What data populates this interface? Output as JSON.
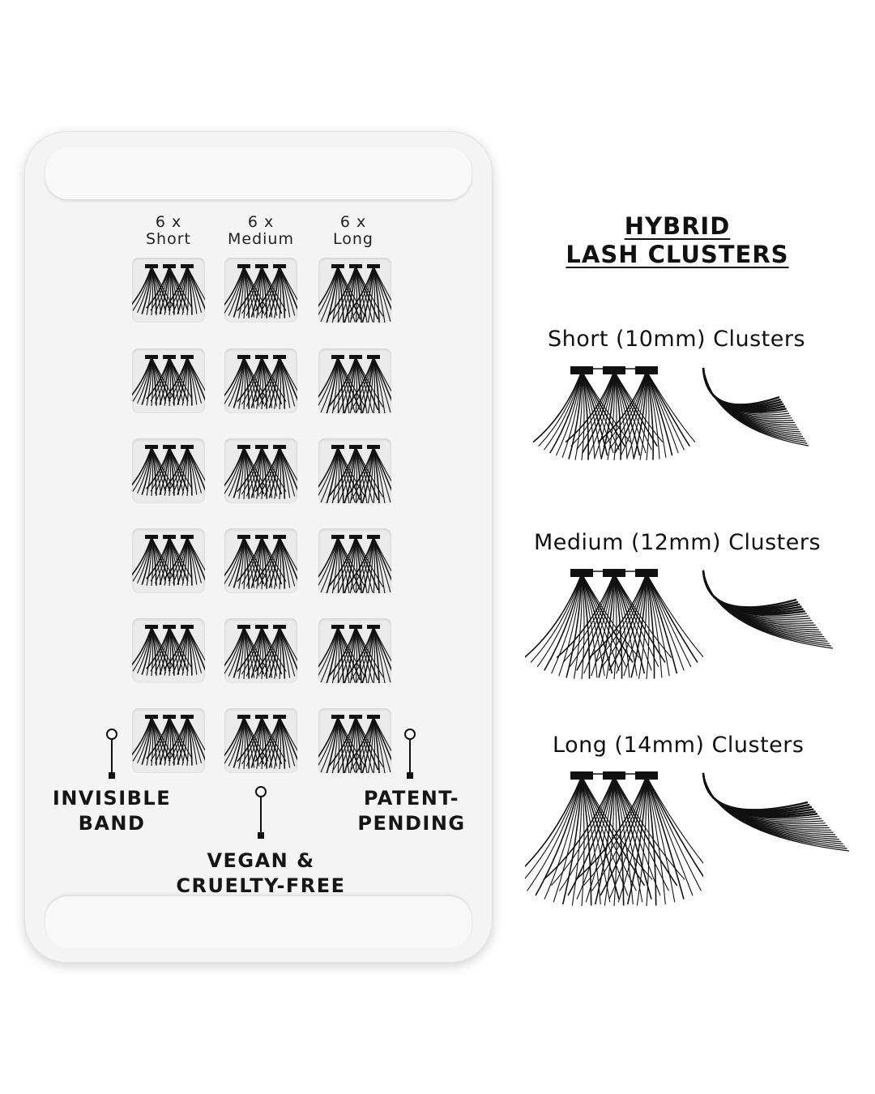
{
  "tray": {
    "columns": [
      {
        "count": "6 x",
        "name": "Short"
      },
      {
        "count": "6 x",
        "name": "Medium"
      },
      {
        "count": "6 x",
        "name": "Long"
      }
    ]
  },
  "callouts": {
    "invisible_band": [
      "INVISIBLE",
      "BAND"
    ],
    "patent_pending": [
      "PATENT-",
      "PENDING"
    ],
    "vegan": [
      "VEGAN &",
      "CRUELTY-FREE"
    ]
  },
  "heading": [
    "HYBRID",
    "LASH CLUSTERS"
  ],
  "clusters": [
    {
      "label": "Short (10mm) Clusters"
    },
    {
      "label": "Medium (12mm) Clusters"
    },
    {
      "label": "Long (14mm) Clusters"
    }
  ],
  "colors": {
    "lash": "#111111",
    "tray": "#f4f4f4",
    "background": "#ffffff"
  },
  "icons": {
    "callout_pin": "pin-line-icon",
    "lash_cluster": "lash-cluster-icon",
    "lash_side": "lash-side-profile-icon"
  }
}
